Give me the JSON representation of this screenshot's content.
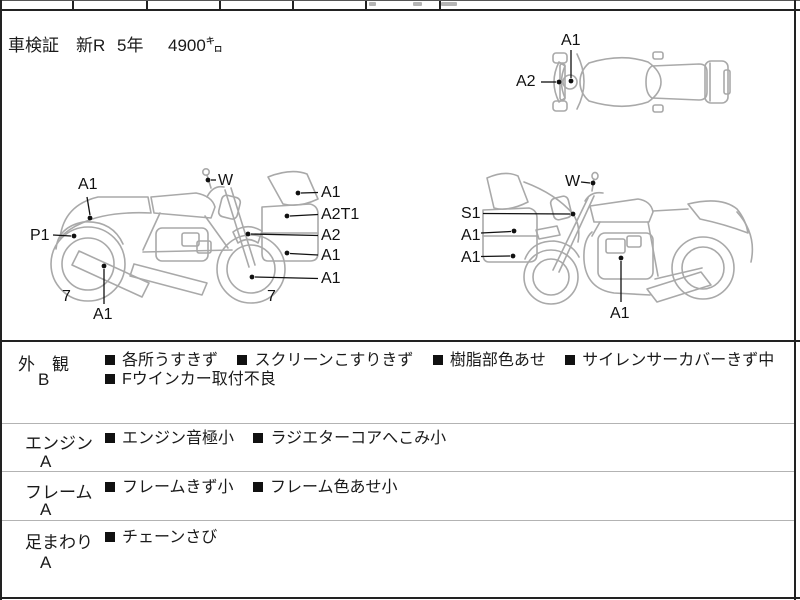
{
  "cert": {
    "label": "車検証",
    "era": "新R",
    "years": "5年",
    "mileage": "4900㌔"
  },
  "top_view": {
    "a1": "A1",
    "a2": "A2"
  },
  "side_right_view": {
    "a1_tail": "A1",
    "p1": "P1",
    "w": "W",
    "a1_screen": "A1",
    "a2t1": "A2T1",
    "a2_fender": "A2",
    "a1_cowl": "A1",
    "a1_front_wheel": "A1",
    "grade_rear_wheel": "7",
    "a1_exhaust": "A1",
    "grade_front_wheel": "7"
  },
  "side_left_view": {
    "w": "W",
    "s1": "S1",
    "a1_upper_cowl": "A1",
    "a1_lower_cowl": "A1",
    "a1_engine": "A1"
  },
  "inspection": {
    "rows": [
      {
        "category": "外　観",
        "grade": "B",
        "items": [
          "各所うすきず",
          "スクリーンこすりきず",
          "樹脂部色あせ",
          "サイレンサーカバーきず中",
          "Fウインカー取付不良"
        ]
      },
      {
        "category": "エンジン",
        "grade": "A",
        "items": [
          "エンジン音極小",
          "ラジエターコアへこみ小"
        ]
      },
      {
        "category": "フレーム",
        "grade": "A",
        "items": [
          "フレームきず小",
          "フレーム色あせ小"
        ]
      },
      {
        "category": "足まわり",
        "grade": "A",
        "items": [
          "チェーンさび"
        ]
      }
    ]
  },
  "colors": {
    "line_art": "#a9a9a9",
    "ink": "#1a1a1a",
    "divider": "#b3b3b3"
  }
}
